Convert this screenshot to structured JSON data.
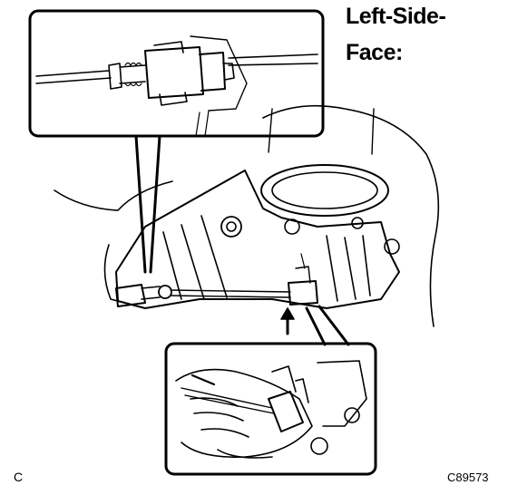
{
  "labels": {
    "title_line1": "Left-Side-",
    "title_line2": "Face:",
    "corner_letter": "C",
    "figure_code": "C89573"
  },
  "colors": {
    "ink": "#000000",
    "paper": "#ffffff"
  },
  "illustrations": {
    "top_inset": "connector-cable-closeup",
    "main": "transaxle-housing-left-side",
    "bottom_inset": "hands-disconnecting-connector",
    "pointer": "up-arrow"
  }
}
